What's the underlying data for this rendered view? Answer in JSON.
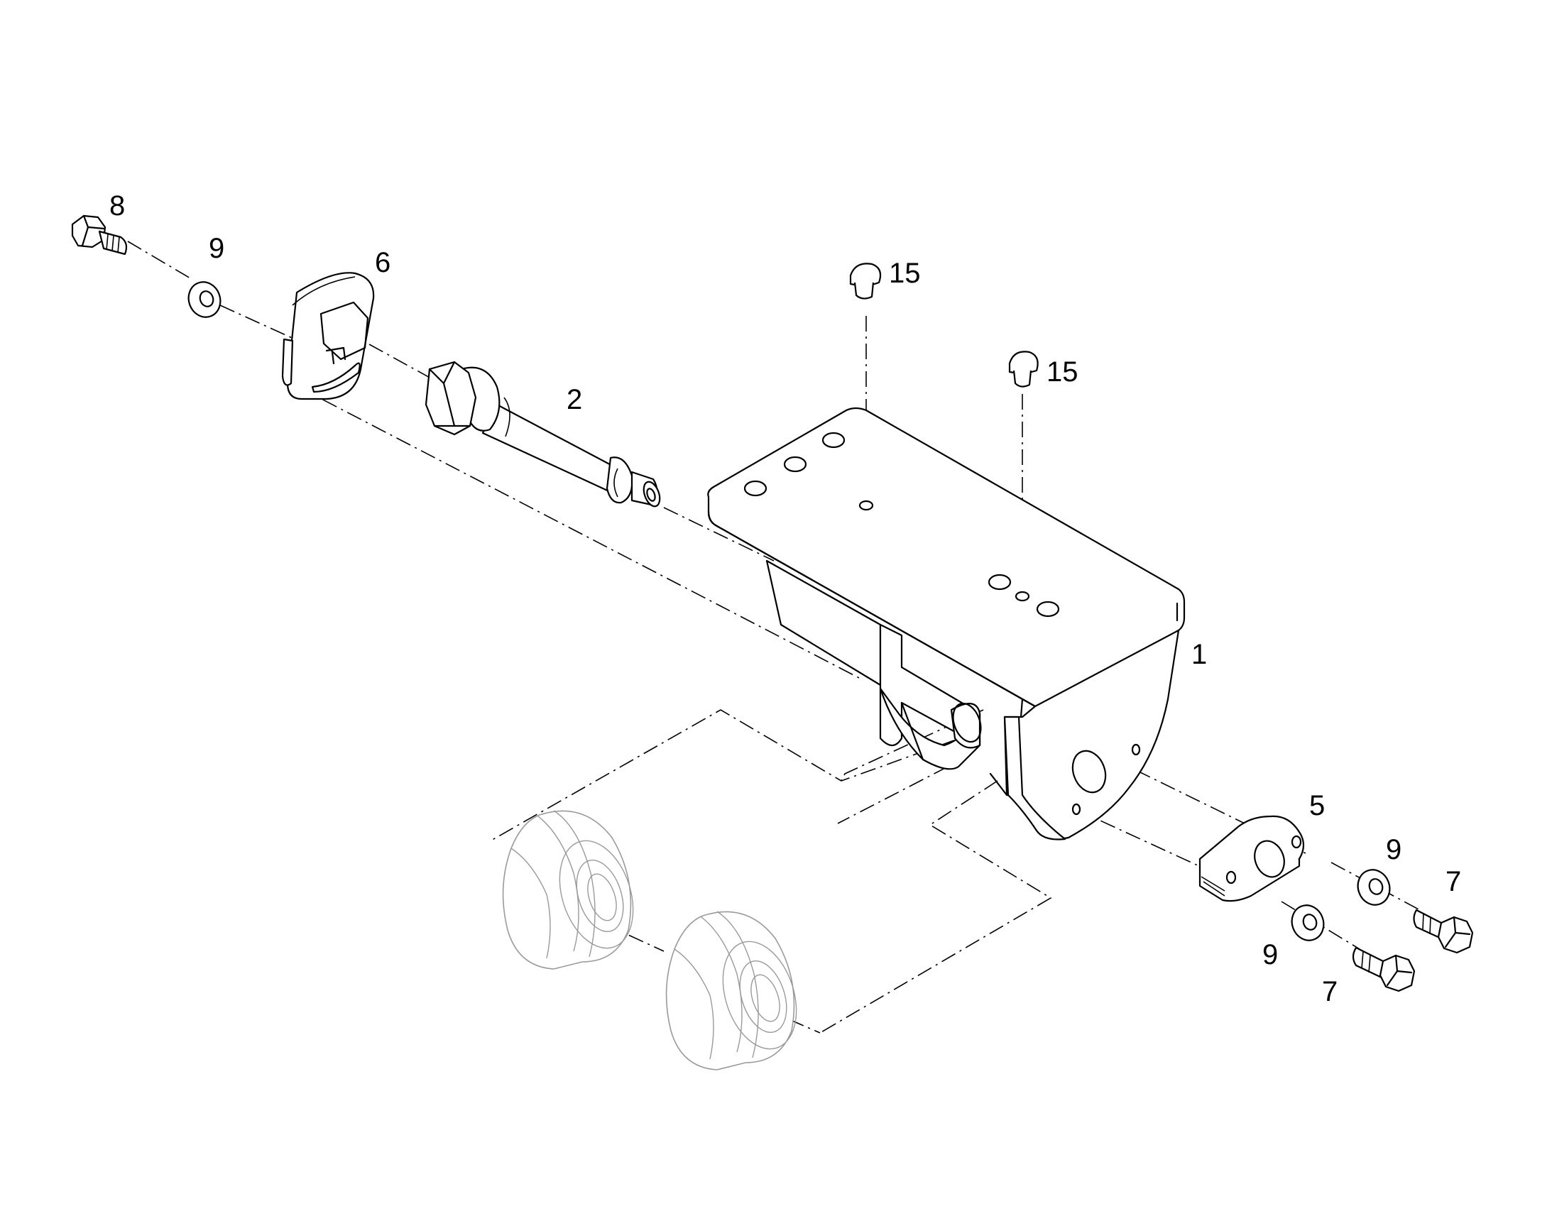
{
  "callouts": [
    {
      "id": "c8",
      "label": "8"
    },
    {
      "id": "c9a",
      "label": "9"
    },
    {
      "id": "c6",
      "label": "6"
    },
    {
      "id": "c15a",
      "label": "15"
    },
    {
      "id": "c15b",
      "label": "15"
    },
    {
      "id": "c2",
      "label": "2"
    },
    {
      "id": "c1",
      "label": "1"
    },
    {
      "id": "c5",
      "label": "5"
    },
    {
      "id": "c9b",
      "label": "9"
    },
    {
      "id": "c7a",
      "label": "7"
    },
    {
      "id": "c9c",
      "label": "9"
    },
    {
      "id": "c7b",
      "label": "7"
    }
  ]
}
